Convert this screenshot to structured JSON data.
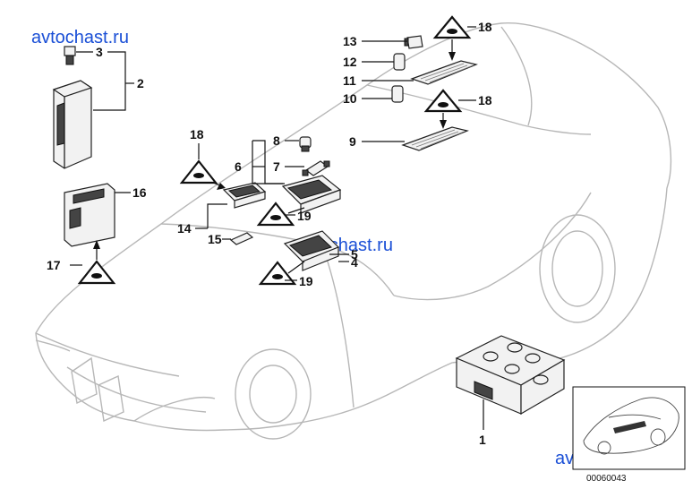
{
  "watermarks": [
    "avtochast.ru",
    "avtochast.ru",
    "avtochast.ru"
  ],
  "callouts": {
    "n1": "1",
    "n2": "2",
    "n3": "3",
    "n4": "4",
    "n5": "5",
    "n6": "6",
    "n7": "7",
    "n8": "8",
    "n9": "9",
    "n10": "10",
    "n11": "11",
    "n12": "12",
    "n13": "13",
    "n14": "14",
    "n15": "15",
    "n16": "16",
    "n17": "17",
    "n18a": "18",
    "n18b": "18",
    "n18c": "18",
    "n19a": "19",
    "n19b": "19"
  },
  "reference_number": "00060043",
  "icons": [
    "warning-triangle-icon",
    "car-thumbnail-icon"
  ]
}
